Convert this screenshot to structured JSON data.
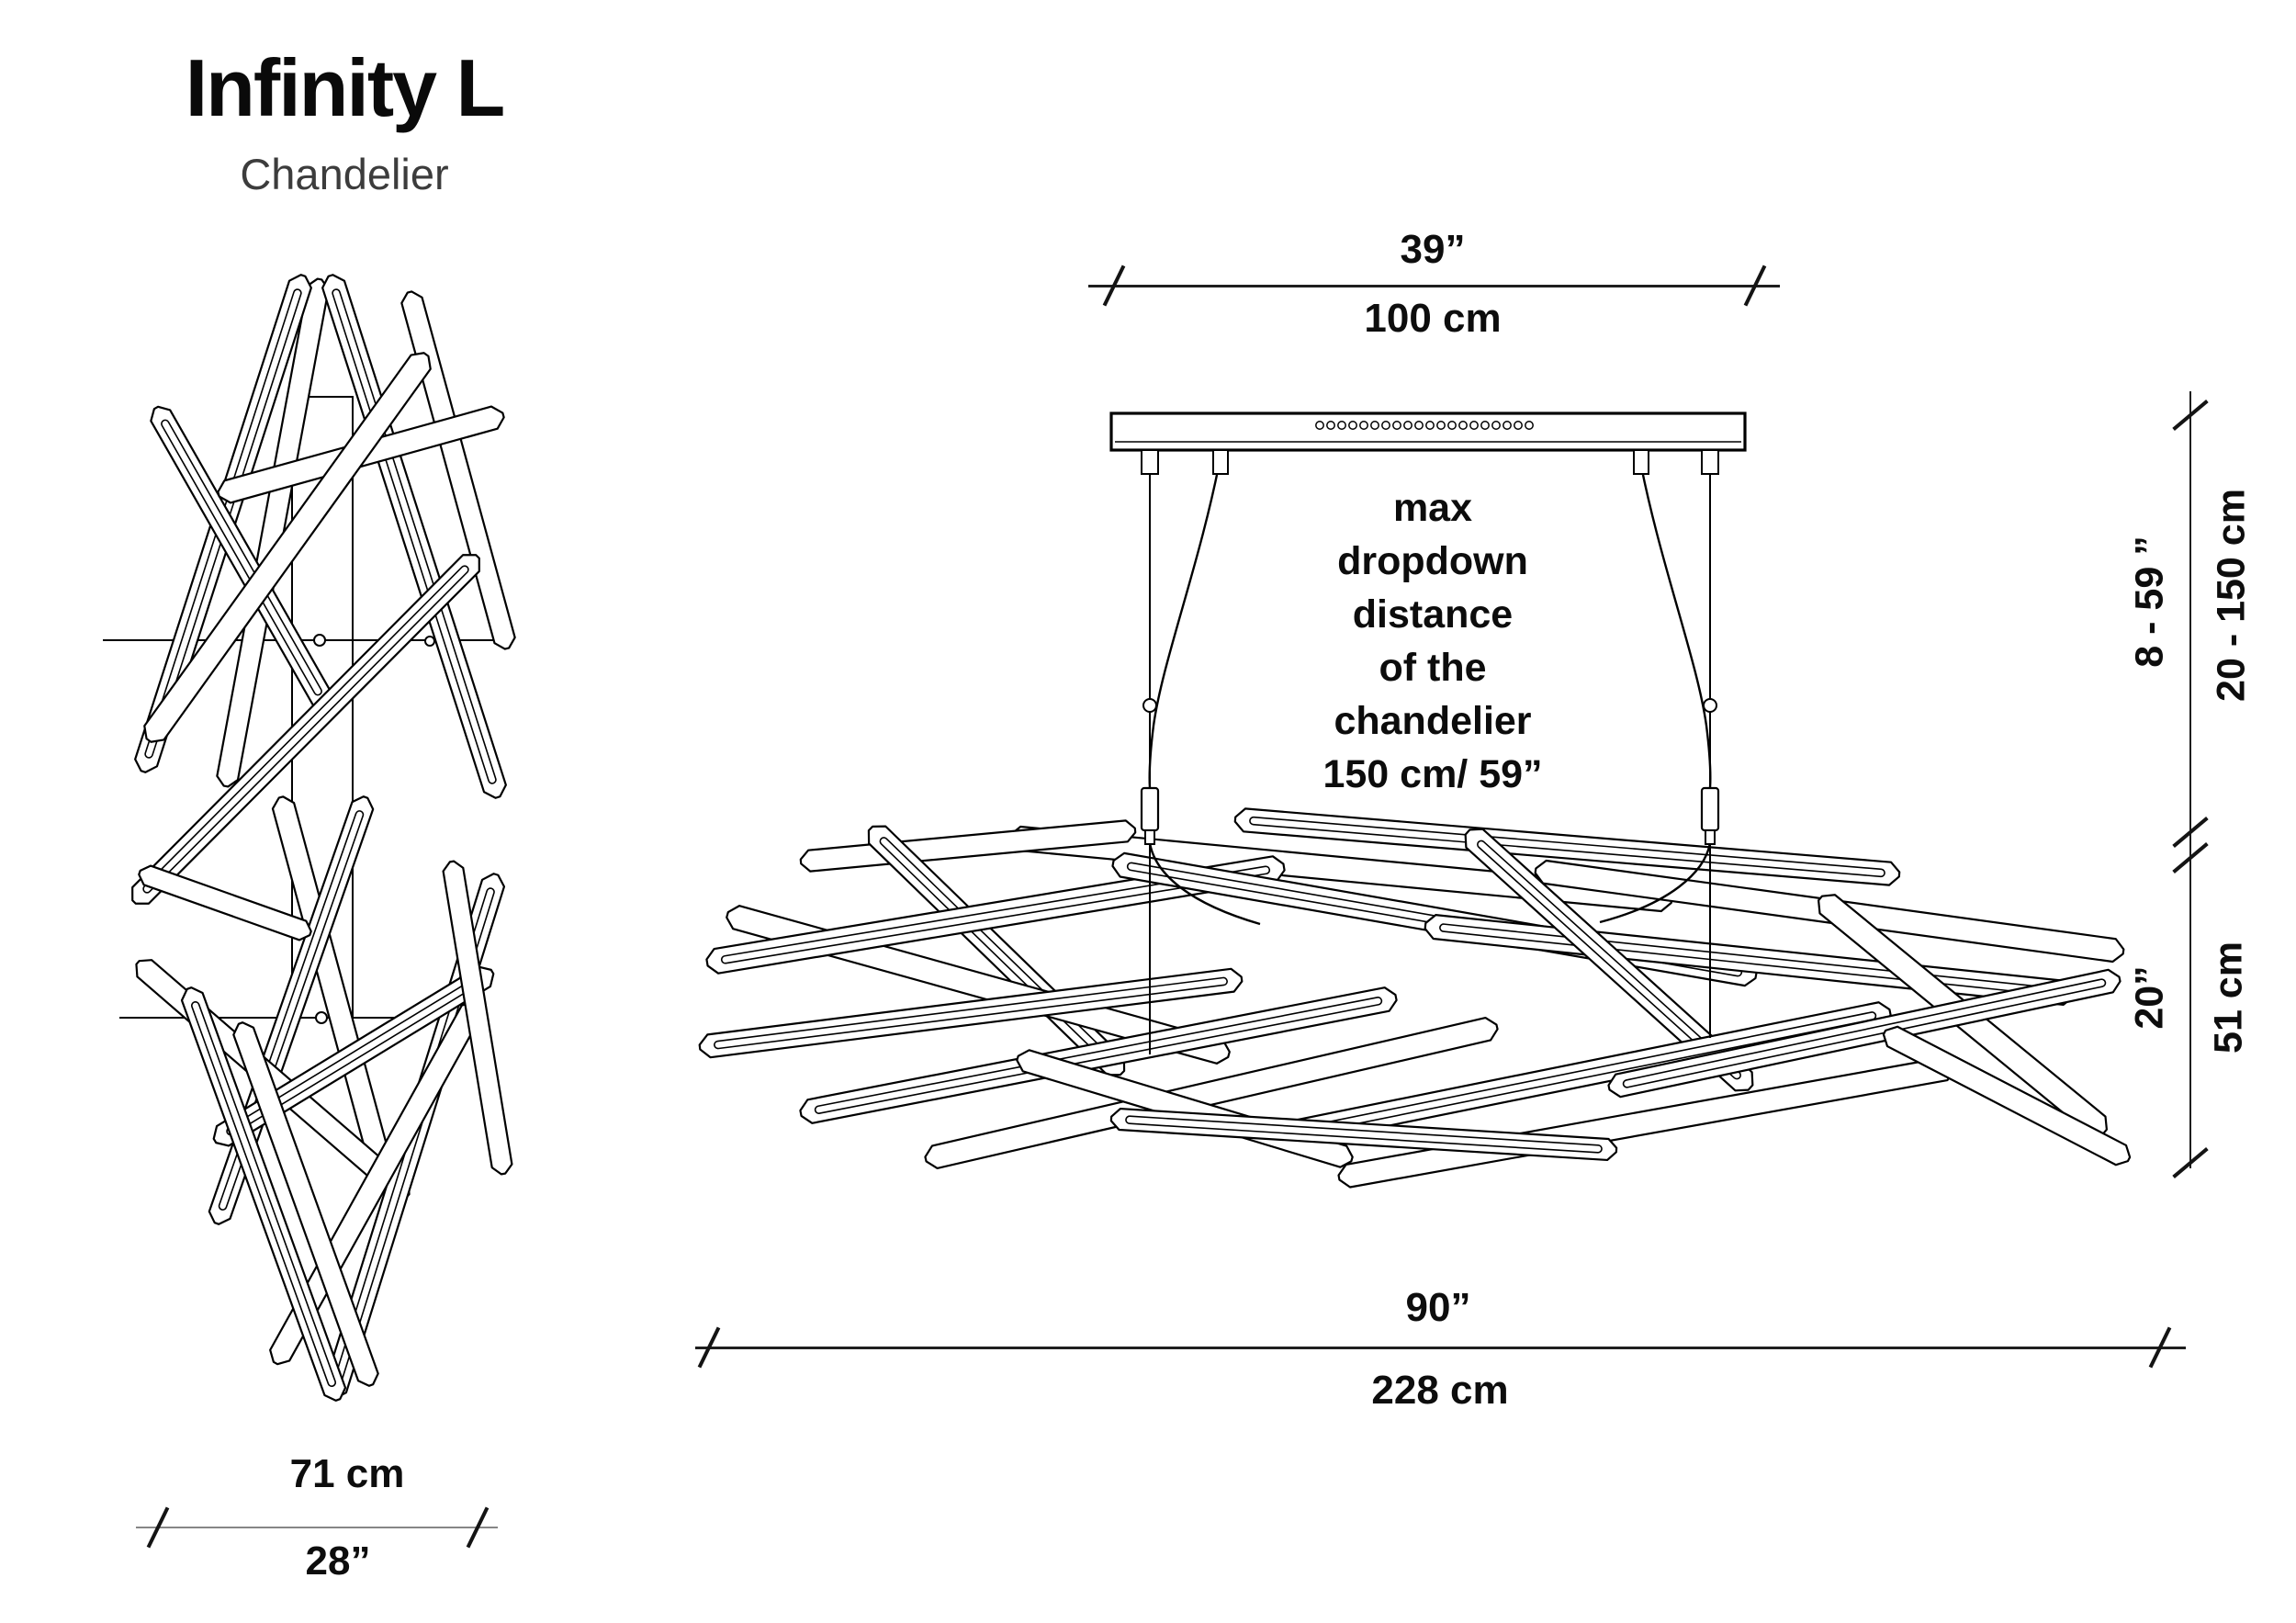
{
  "product": {
    "title": "Infinity L",
    "subtitle": "Chandelier"
  },
  "annotation": {
    "lines": [
      "max",
      "dropdown",
      "distance",
      "of the",
      "chandelier",
      "150 cm/ 59”"
    ]
  },
  "dimensions": {
    "canopy_width": {
      "inches": "39”",
      "cm": "100 cm"
    },
    "dropdown_range": {
      "inches": "8 - 59 ”",
      "cm": "20 - 150 cm"
    },
    "body_height": {
      "inches": "20”",
      "cm": "51 cm"
    },
    "overall_width": {
      "inches": "90”",
      "cm": "228 cm"
    },
    "top_view_width": {
      "inches": "28”",
      "cm": "71 cm"
    }
  },
  "colors": {
    "line": "#000000",
    "text": "#0d0d0d",
    "subtitle": "#3c3c3c",
    "dim_line_gray": "#868686",
    "background": "#ffffff"
  }
}
